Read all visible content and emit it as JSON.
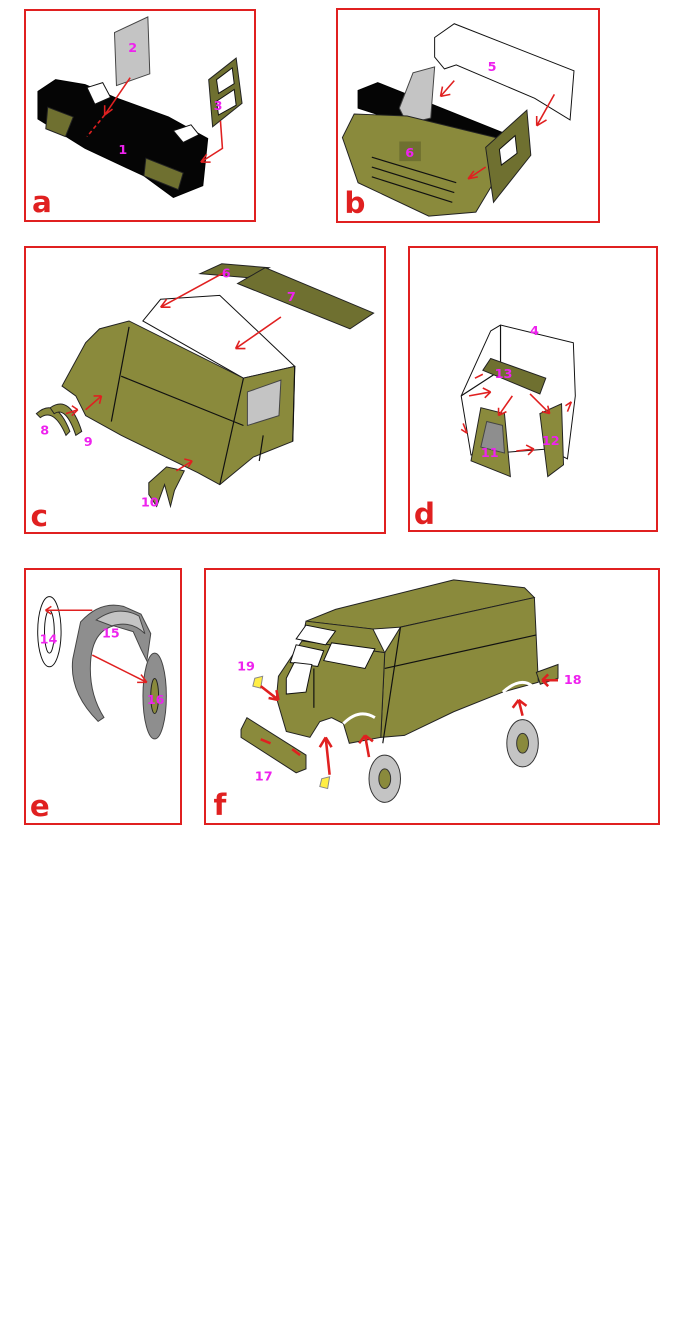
{
  "panels": {
    "a": {
      "letter": "a",
      "labels": [
        "1",
        "2",
        "3"
      ]
    },
    "b": {
      "letter": "b",
      "labels": [
        "5",
        "6"
      ]
    },
    "c": {
      "letter": "c",
      "labels": [
        "6",
        "7",
        "8",
        "9",
        "10"
      ]
    },
    "d": {
      "letter": "d",
      "labels": [
        "4",
        "13",
        "11",
        "12"
      ]
    },
    "e": {
      "letter": "e",
      "labels": [
        "14",
        "15",
        "16"
      ]
    },
    "f": {
      "letter": "f",
      "labels": [
        "19",
        "18",
        "17"
      ]
    }
  },
  "colors": {
    "frame": "#e02020",
    "label": "#ee22ee",
    "olive": "#8a8a3c",
    "black": "#050505",
    "grey": "#c4c4c4",
    "yellow": "#ffee44"
  }
}
